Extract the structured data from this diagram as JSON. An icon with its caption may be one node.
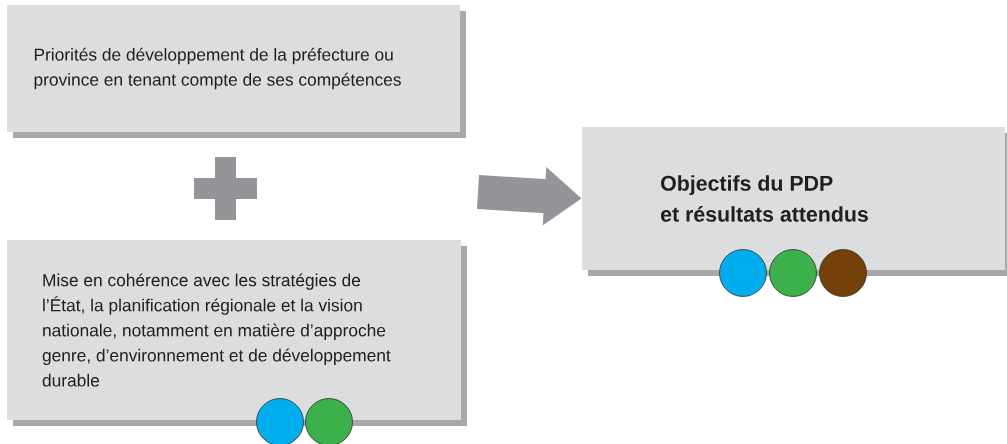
{
  "diagram": {
    "nodes": [
      {
        "text": [
          "Priorités de développement de la préfecture ou province en tenant compte de ses compétences"
        ]
      },
      {
        "text": [
          "Mise en cohérence avec les stratégies de l’État, la planification régionale et la vision nationale, notamment en matière d’approche genre, d’environnement et de développement durable"
        ]
      },
      {
        "text": [
          "Objectifs du PDP et résultats attendus"
        ]
      }
    ],
    "edges": [
      {
        "from": null,
        "to": 2,
        "arrow": "to"
      }
    ]
  }
}
